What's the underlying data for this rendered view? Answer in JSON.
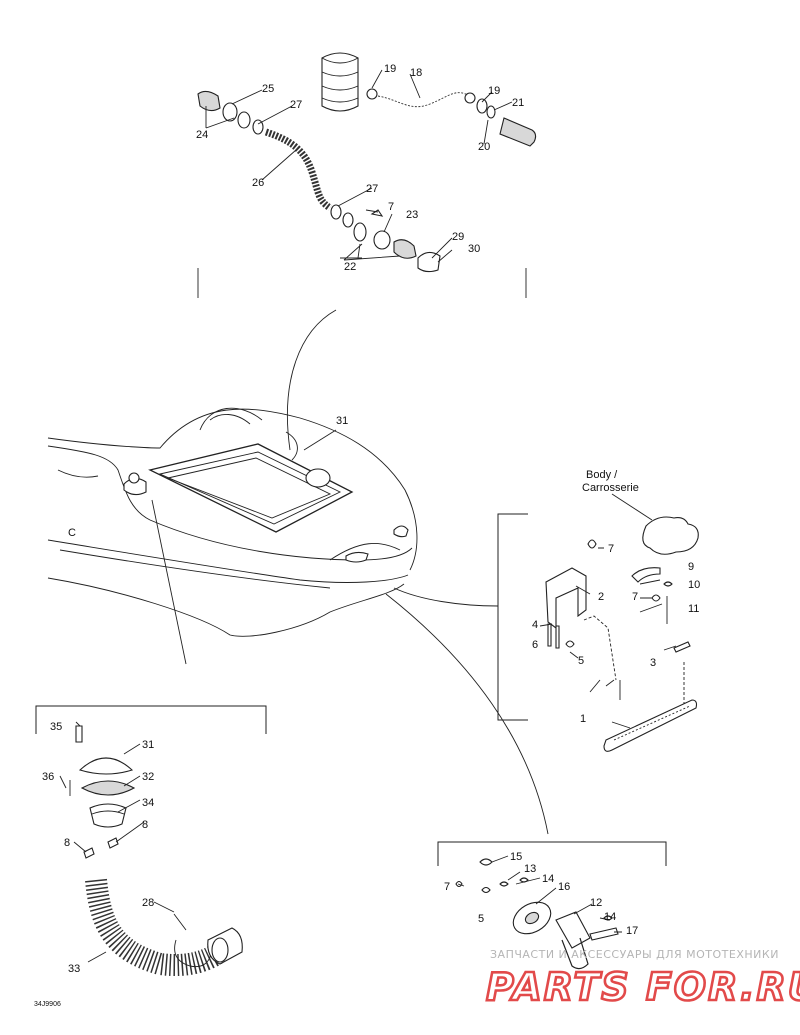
{
  "callouts": {
    "c1": "1",
    "c2": "2",
    "c3": "3",
    "c4": "4",
    "c5": "5",
    "c6": "6",
    "c7": "7",
    "c8": "8",
    "c9": "9",
    "c10": "10",
    "c11": "11",
    "c12": "12",
    "c13": "13",
    "c14": "14",
    "c15": "15",
    "c16": "16",
    "c17": "17",
    "c18": "18",
    "c19": "19",
    "c20": "20",
    "c21": "21",
    "c22": "22",
    "c23": "23",
    "c24": "24",
    "c25": "25",
    "c26": "26",
    "c27": "27",
    "c28": "28",
    "c29": "29",
    "c30": "30",
    "c31": "31",
    "c32": "32",
    "c33": "33",
    "c34": "34",
    "c35": "35",
    "c36": "36"
  },
  "labels": {
    "body_en": "Body /",
    "body_fr": "Carrosserie"
  },
  "drawing_code": "34J9906",
  "watermark": {
    "tagline": "ЗАПЧАСТИ И АКСЕССУАРЫ ДЛЯ МОТОТЕХНИКИ",
    "logo": "PARTS FOR.RU"
  }
}
